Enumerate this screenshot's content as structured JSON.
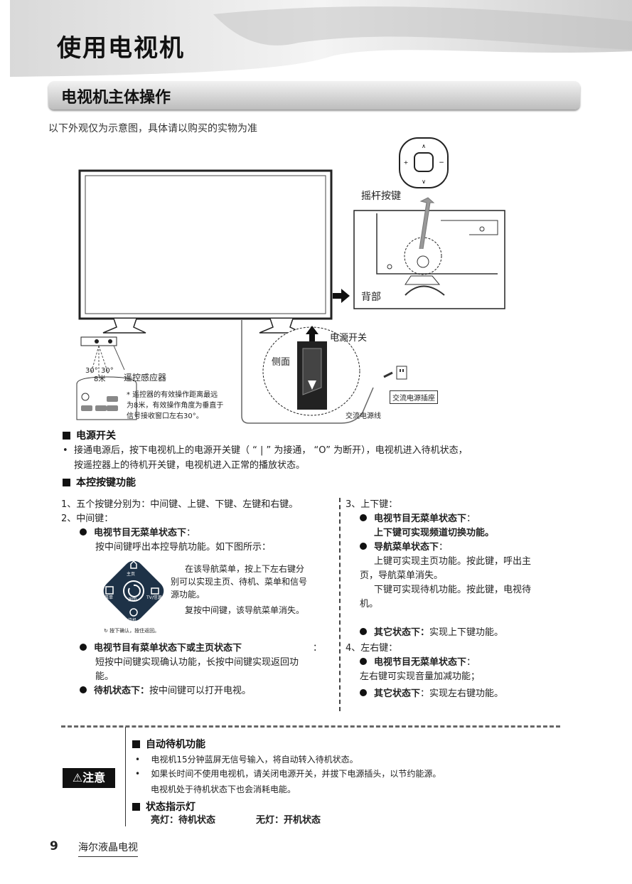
{
  "header": {
    "page_title": "使用电视机",
    "section_title": "电视机主体操作"
  },
  "intro": "以下外观仅为示意图，具体请以购买的实物为准",
  "figure": {
    "joystick_label": "摇杆按键",
    "back_label": "背部",
    "power_switch_label": "电源开关",
    "side_label": "侧面",
    "remote_sensor_label": "遥控感应器",
    "angle_left": "30°",
    "angle_right": "30°",
    "distance": "8米",
    "remote_note_1": "* 遥控器的有效操作距离最远",
    "remote_note_2": "为8米，有效操作角度为垂直于",
    "remote_note_3": "信号接收窗口左右30°。",
    "ac_socket_label": "交流电源插座",
    "ac_cord_label": "交流电源线"
  },
  "power_section": {
    "heading": "电源开关",
    "bullet": "•",
    "line1": "接通电源后，按下电视机上的电源开关键（ “ | ” 为接通， “O” 为断开），电视机进入待机状态，",
    "line2": "按遥控器上的待机开关键，电视机进入正常的播放状态。"
  },
  "keys_section": {
    "heading": "本控按键功能",
    "left": {
      "item1": "1、五个按键分别为：中间键、上键、下键、左键和右键。",
      "item2": "2、中间键：",
      "sub1_title": "电视节目无菜单状态下",
      "sub1_colon": "：",
      "sub1_text": "按中间键呼出本控导航功能。如下图所示：",
      "nav_desc_1": "在该导航菜单，按上下左右键分",
      "nav_desc_2": "别可以实现主页、待机、菜单和信号",
      "nav_desc_3": "源功能。",
      "nav_desc_4": "复按中间键，该导航菜单消失。",
      "nav_home": "主页",
      "nav_menu": "菜单",
      "nav_back": "返回",
      "nav_source": "TV/信源",
      "nav_standby": "待机",
      "nav_hint": "按下确认，按住返回。",
      "sub2_title": "电视节目有菜单状态下或主页状态下",
      "sub2_colon": "：",
      "sub2_text_1": "短按中间键实现确认功能，长按中间键实现返回功",
      "sub2_text_2": "能。",
      "sub3_title": "待机状态下：",
      "sub3_text": "按中间键可以打开电视。"
    },
    "right": {
      "item3": "3、上下键：",
      "r1_title": "电视节目无菜单状态下",
      "r1_colon": "：",
      "r1_text": "上下键可实现频道切换功能。",
      "r2_title": "导航菜单状态下",
      "r2_colon": "：",
      "r2_text_1": "上键可实现主页功能。按此键，呼出主",
      "r2_text_2": "页，导航菜单消失。",
      "r2_text_3": "下键可实现待机功能。按此键，电视待",
      "r2_text_4": "机。",
      "r3_title": "其它状态下：",
      "r3_text": "实现上下键功能。",
      "item4": "4、左右键：",
      "r4_title": "电视节目无菜单状态下",
      "r4_colon": "：",
      "r4_text": "左右键可实现音量加减功能；",
      "r5_title": "其它状态下",
      "r5_text": "：实现左右键功能。"
    }
  },
  "caution": {
    "badge": "⚠注意",
    "auto_heading": "自动待机功能",
    "auto_b1": "电视机15分钟蓝屏无信号输入，将自动转入待机状态。",
    "auto_b2": "如果长时间不使用电视机，请关闭电源开关，并拔下电源插头，以节约能源。",
    "auto_b3": "电视机处于待机状态下也会消耗电能。",
    "led_heading": "状态指示灯",
    "led_on": "亮灯：待机状态",
    "led_off": "无灯：开机状态"
  },
  "footer": {
    "page_number": "9",
    "brand": "海尔液晶电视"
  }
}
